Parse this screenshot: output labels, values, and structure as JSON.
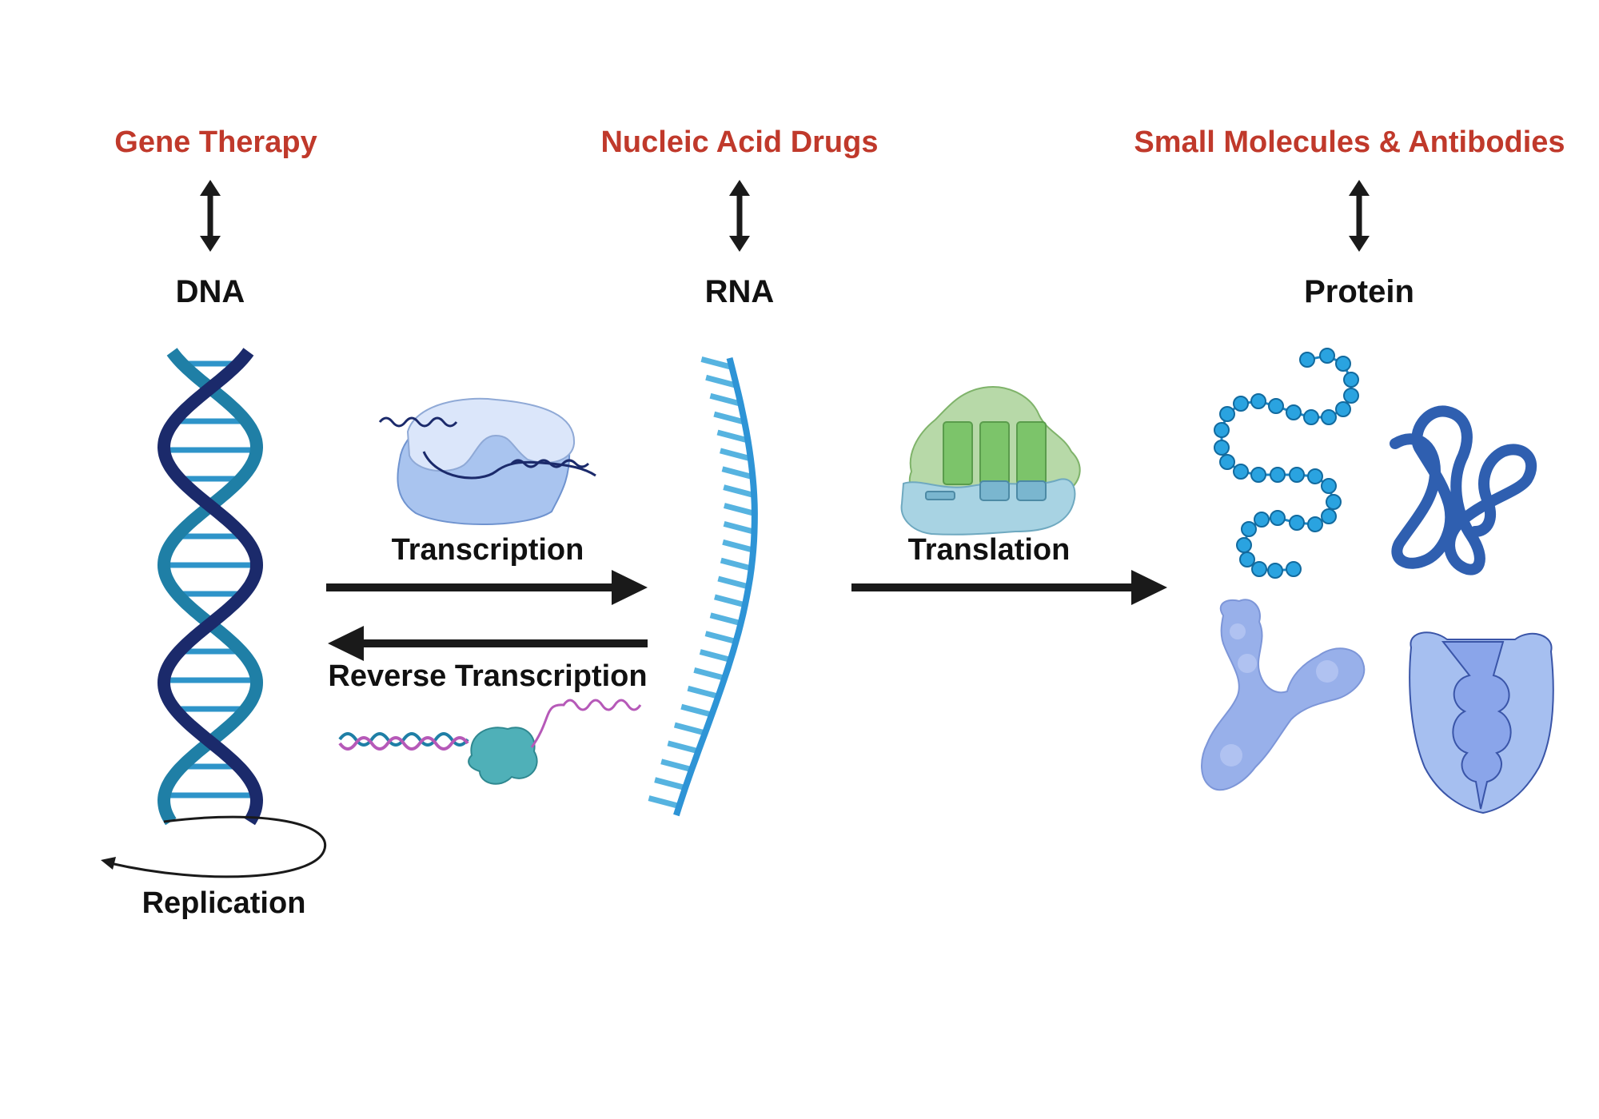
{
  "therapies": {
    "gene_therapy": "Gene Therapy",
    "nucleic_acid_drugs": "Nucleic Acid Drugs",
    "small_molecules_antibodies": "Small Molecules & Antibodies"
  },
  "molecules": {
    "dna": "DNA",
    "rna": "RNA",
    "protein": "Protein"
  },
  "processes": {
    "transcription": "Transcription",
    "reverse_transcription": "Reverse Transcription",
    "translation": "Translation",
    "replication": "Replication"
  },
  "colors": {
    "therapy_text": "#c0392b",
    "dna_strand_dark": "#1b2a6b",
    "dna_strand_teal": "#1f7fa6",
    "rna_backbone": "#2e94d6",
    "arrow": "#1a1a1a"
  }
}
